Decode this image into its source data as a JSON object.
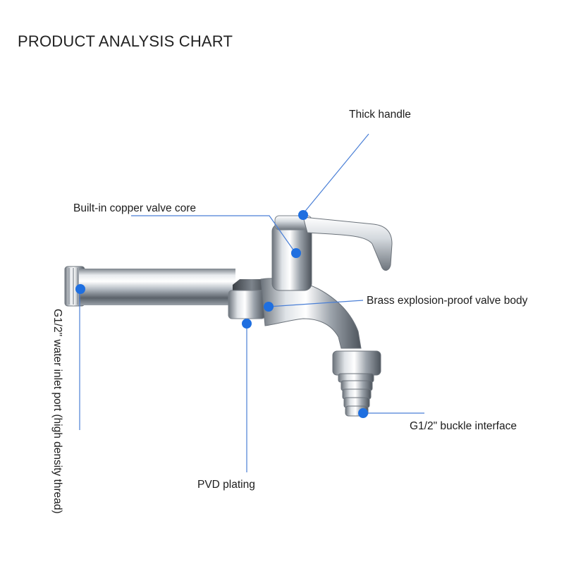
{
  "title": "PRODUCT ANALYSIS CHART",
  "colors": {
    "marker": "#1f6fe0",
    "leader_line": "#4a7fd6",
    "chrome_light": "#f4f6f8",
    "chrome_mid": "#b9c0c8",
    "chrome_dark": "#4b525a"
  },
  "callouts": {
    "thick_handle": "Thick handle",
    "valve_core": "Built-in copper valve core",
    "valve_body": "Brass explosion-proof valve body",
    "inlet_port": "G1/2\" water inlet port (high density thread)",
    "buckle_interface": "G1/2\" buckle interface",
    "pvd_plating": "PVD plating"
  }
}
